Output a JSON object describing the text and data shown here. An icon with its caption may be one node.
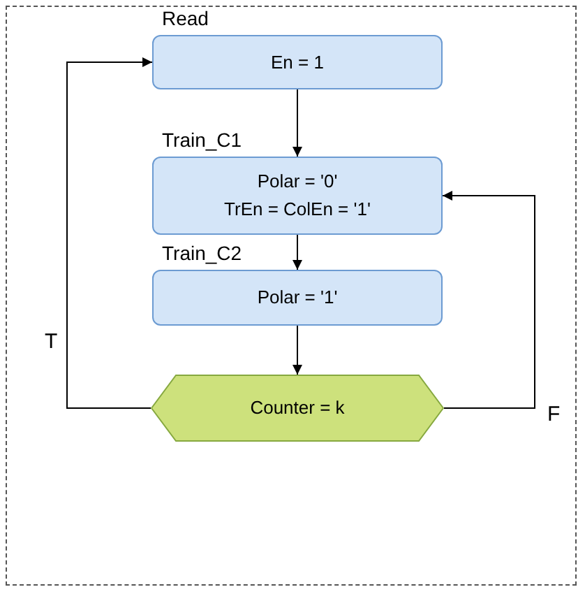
{
  "diagram": {
    "nodes": [
      {
        "text": [
          "Read",
          "En = 1"
        ]
      },
      {
        "text": [
          "Train_C1",
          "Polar = '0'",
          "TrEn = ColEn = '1'"
        ]
      },
      {
        "text": [
          "Train_C2",
          "Polar = '1'"
        ]
      },
      {
        "text": [
          "Counter = k"
        ]
      }
    ],
    "edges": [
      {
        "from": 0,
        "to": 1,
        "arrow": "to"
      },
      {
        "from": 1,
        "to": 2,
        "arrow": "to"
      },
      {
        "from": 2,
        "to": 3,
        "arrow": "to"
      },
      {
        "from": 3,
        "to": 0,
        "arrow": "to",
        "label": "T"
      },
      {
        "from": 3,
        "to": 1,
        "arrow": "to",
        "label": "F"
      }
    ]
  }
}
